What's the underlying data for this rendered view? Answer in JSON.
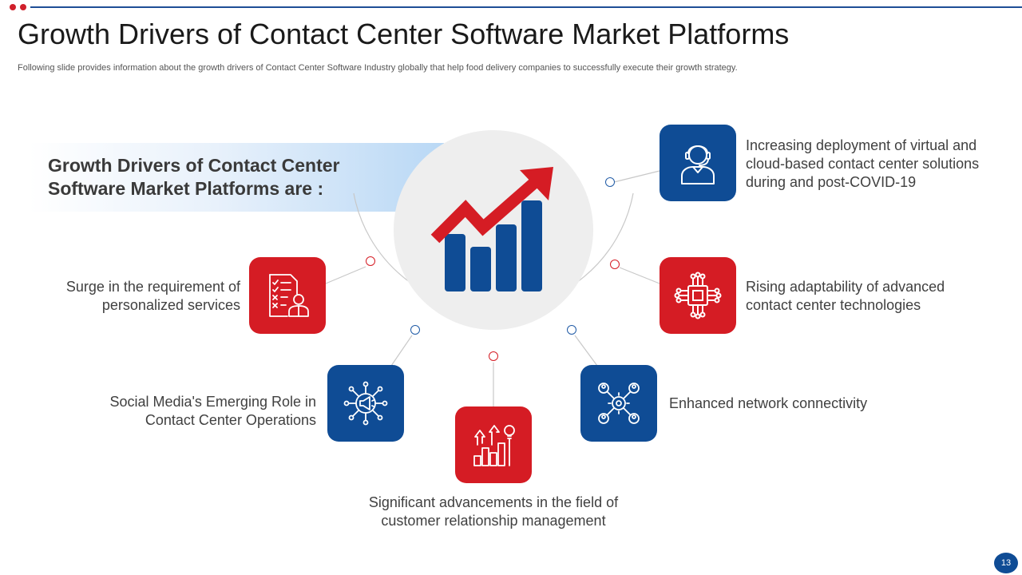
{
  "header": {
    "title": "Growth Drivers of Contact Center Software Market Platforms",
    "subtitle": "Following slide provides information about the growth drivers of Contact Center Software Industry globally that help food delivery companies to successfully execute their growth strategy."
  },
  "banner": {
    "line1": "Growth Drivers of Contact Center",
    "line2": "Software Market Platforms are :"
  },
  "drivers": [
    {
      "icon": "support-agent-icon",
      "lines": [
        "Increasing deployment of virtual  and",
        "cloud-based contact center solutions",
        "during and post-COVID-19"
      ]
    },
    {
      "icon": "processor-chip-icon",
      "lines": [
        "Rising adaptability of advanced",
        "contact center technologies"
      ]
    },
    {
      "icon": "network-users-icon",
      "lines": [
        "Enhanced network connectivity"
      ]
    },
    {
      "icon": "growth-chart-idea-icon",
      "lines": [
        "Significant advancements in the field of",
        "customer relationship management"
      ]
    },
    {
      "icon": "megaphone-network-icon",
      "lines": [
        "Social Media's Emerging Role in",
        "Contact Center Operations"
      ]
    },
    {
      "icon": "checklist-person-icon",
      "lines": [
        "Surge in the requirement of",
        "personalized services"
      ]
    }
  ],
  "center_icon": "growth-bar-chart-icon",
  "colors": {
    "blue": "#0f4c95",
    "red": "#d51c24",
    "hub": "#eeeeee",
    "rule": "#1f4e96"
  },
  "page_number": "13"
}
